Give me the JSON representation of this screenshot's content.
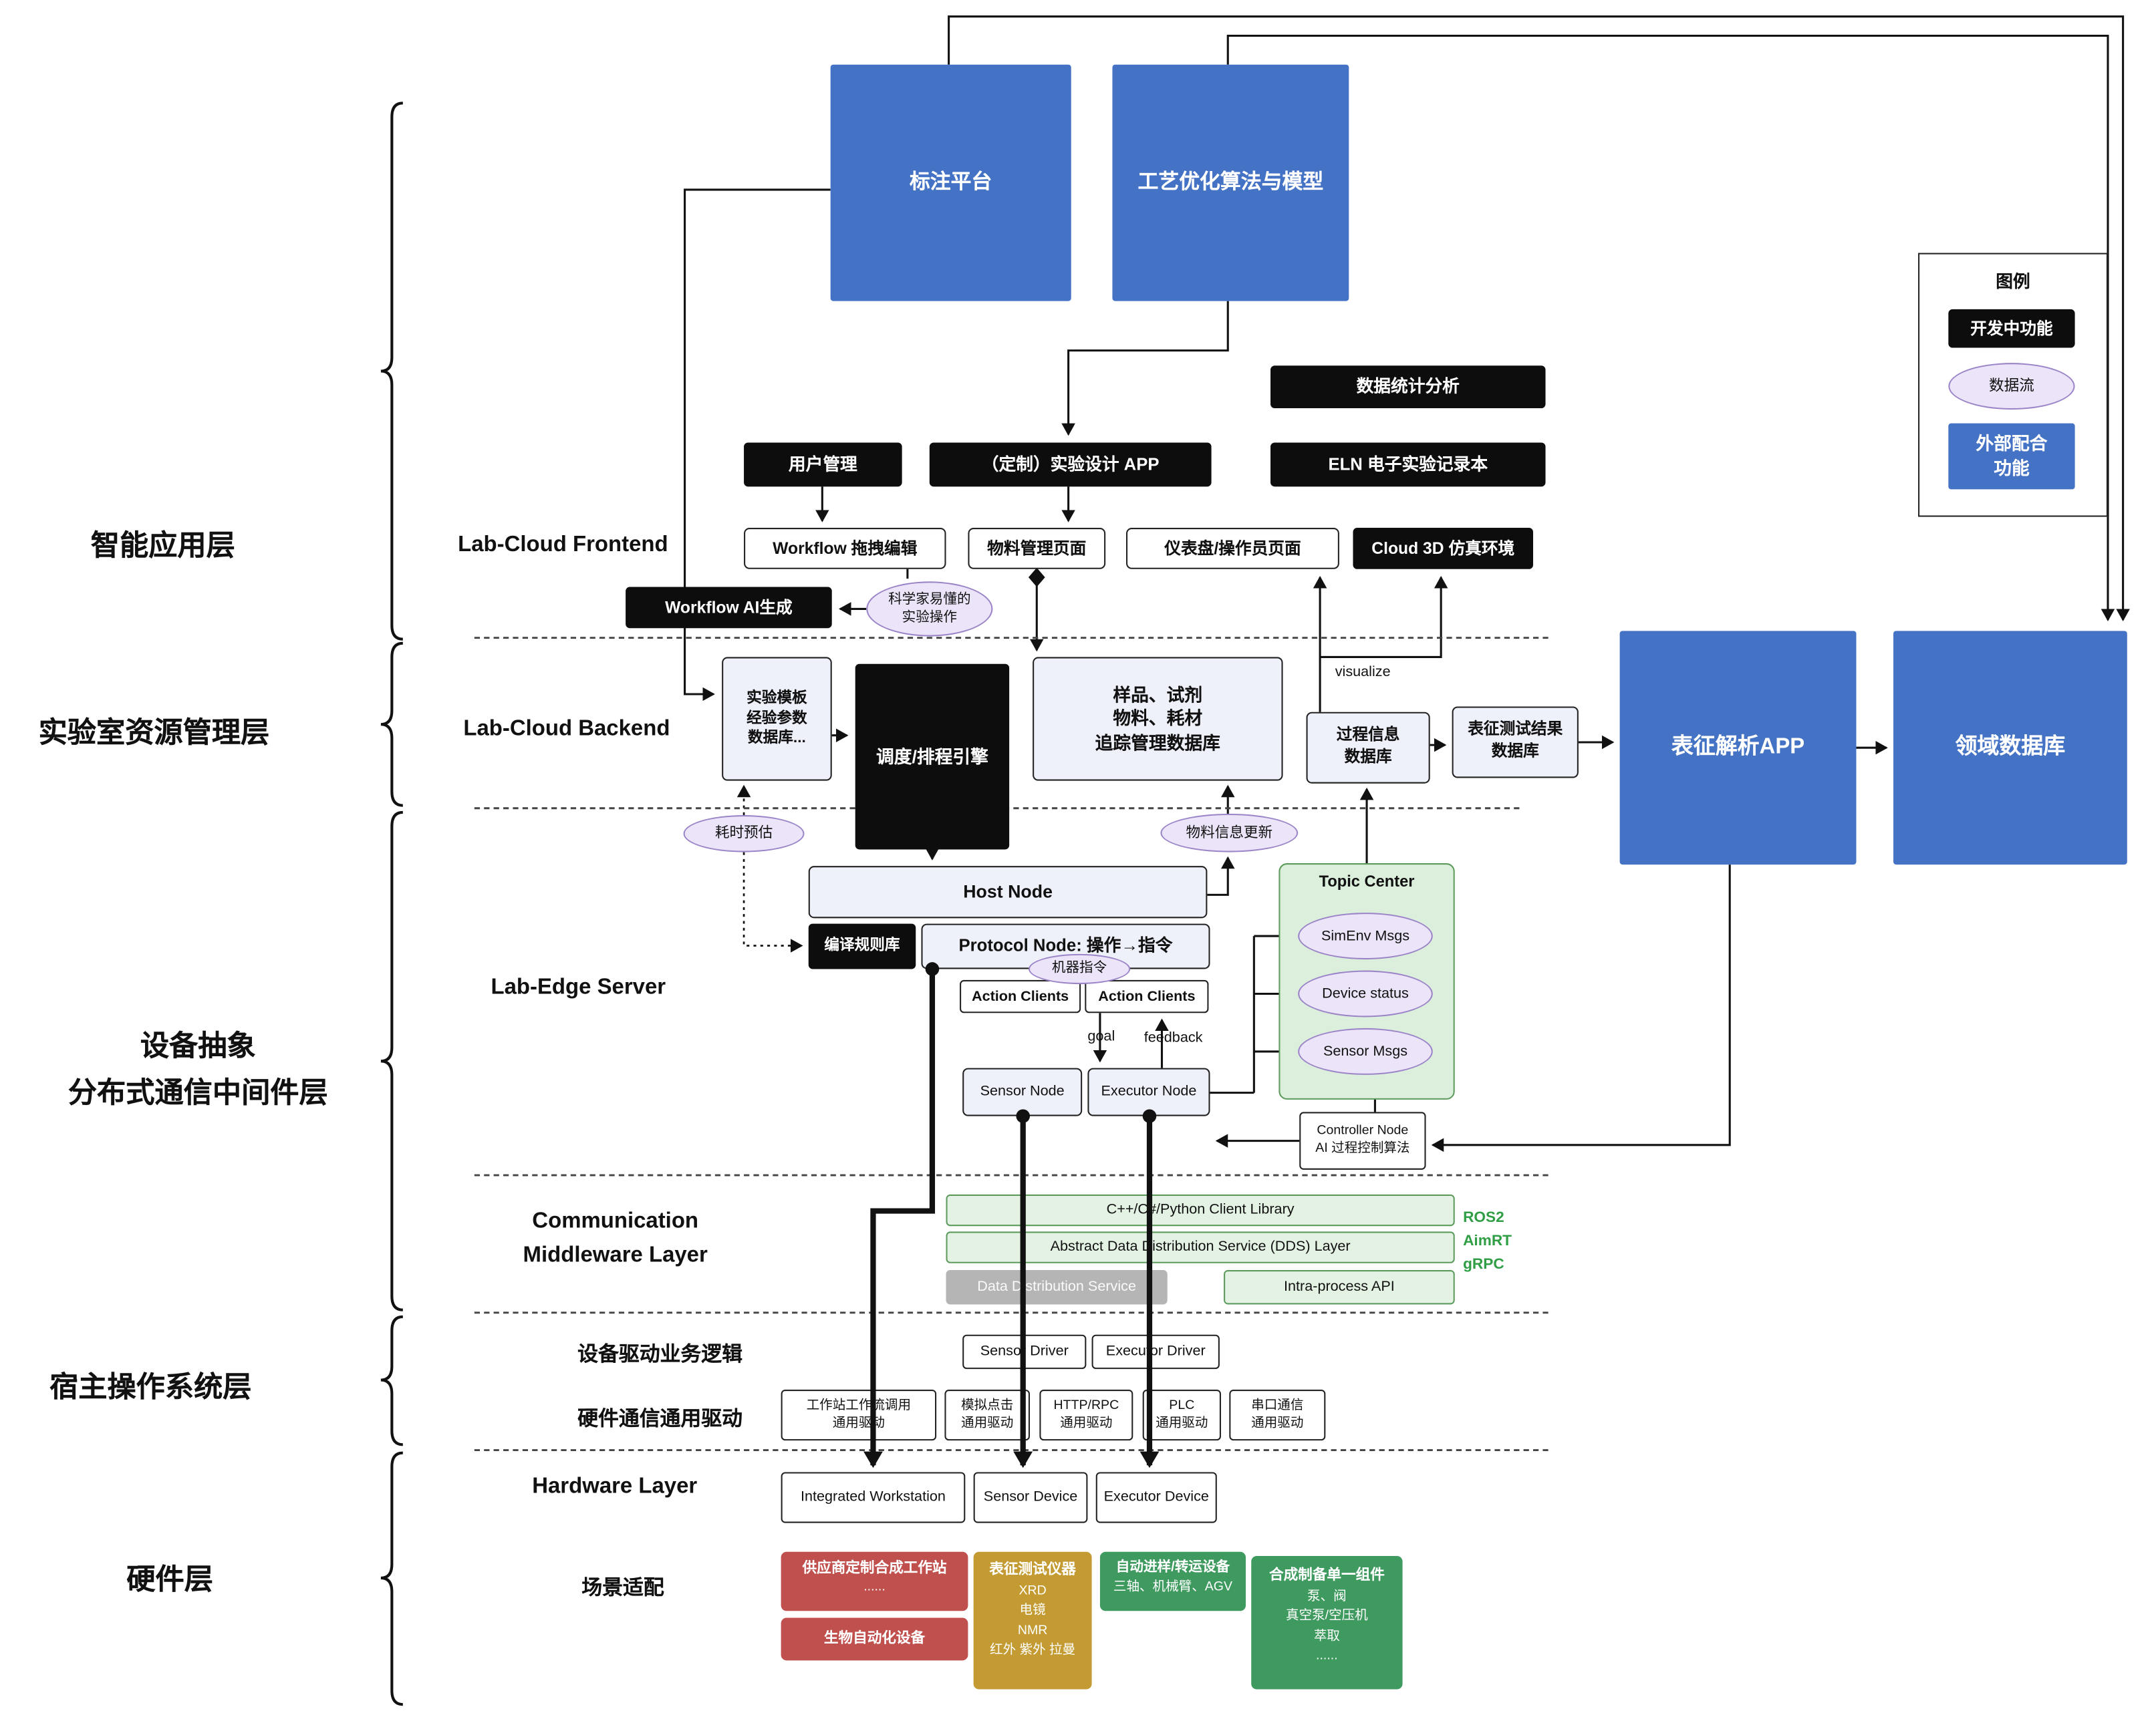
{
  "colors": {
    "blue": "#4472C4",
    "black": "#0d0d0d",
    "purple_fill": "#ece4f8",
    "purple_border": "#9b85c8",
    "light_fill": "#eef0fa",
    "green_fill": "#e4f2e4",
    "green_border": "#5d9b5d",
    "topic_fill": "#dcefdc",
    "gray_fill": "#b5b5b5",
    "red": "#c0504d",
    "gold": "#c49b32",
    "green": "#3f9a5f",
    "green_text": "#2f9e44",
    "line": "#111111"
  },
  "layer_labels": {
    "app": "智能应用层",
    "resource": "实验室资源管理层",
    "middleware": "设备抽象\n分布式通信中间件层",
    "host_os": "宿主操作系统层",
    "hardware": "硬件层"
  },
  "section_labels": {
    "frontend": "Lab-Cloud Frontend",
    "backend": "Lab-Cloud Backend",
    "edge": "Lab-Edge Server",
    "comm": "Communication\nMiddleware Layer",
    "driver_logic": "设备驱动业务逻辑",
    "hw_comm": "硬件通信通用驱动",
    "hardware": "Hardware Layer",
    "scenario": "场景适配"
  },
  "nodes": {
    "annotation_platform": "标注平台",
    "process_opt": "工艺优化算法与模型",
    "data_stats": "数据统计分析",
    "user_mgmt": "用户管理",
    "custom_app": "（定制）实验设计 APP",
    "eln": "ELN 电子实验记录本",
    "wf_drag": "Workflow 拖拽编辑",
    "material_page": "物料管理页面",
    "dashboard_page": "仪表盘/操作员页面",
    "cloud3d": "Cloud 3D 仿真环境",
    "wf_ai": "Workflow AI生成",
    "sci_ops": "科学家易懂的\n实验操作",
    "exp_template": "实验模板\n经验参数\n数据库...",
    "scheduler": "调度/排程引擎",
    "sample_db": "样品、试剂\n物料、耗材\n追踪管理数据库",
    "process_db": "过程信息\n数据库",
    "char_db": "表征测试结果\n数据库",
    "char_app": "表征解析APP",
    "domain_db": "领域数据库",
    "visualize": "visualize",
    "time_est": "耗时预估",
    "material_update": "物料信息更新",
    "host_node": "Host Node",
    "compile_rules": "编译规则库",
    "protocol_node": "Protocol Node: 操作→指令",
    "machine_instr": "机器指令",
    "action_clients_1": "Action Clients",
    "action_clients_2": "Action Clients",
    "topic_center": "Topic Center",
    "simenv_msgs": "SimEnv Msgs",
    "device_status": "Device status",
    "sensor_msgs": "Sensor Msgs",
    "goal": "goal",
    "feedback": "feedback",
    "sensor_node": "Sensor Node",
    "executor_node": "Executor Node",
    "controller_node": "Controller Node\nAI 过程控制算法",
    "client_lib": "C++/C#/Python Client Library",
    "dds_layer": "Abstract Data Distribution Service (DDS) Layer",
    "dds_service": "Data Distribution Service",
    "intra_api": "Intra-process API",
    "ros2": "ROS2",
    "aimrt": "AimRT",
    "grpc": "gRPC",
    "sensor_driver": "Sensor Driver",
    "executor_driver": "Executor Driver",
    "ws_driver": "工作站工作流调用\n通用驱动",
    "sim_click_driver": "模拟点击\n通用驱动",
    "http_driver": "HTTP/RPC\n通用驱动",
    "plc_driver": "PLC\n通用驱动",
    "serial_driver": "串口通信\n通用驱动",
    "integrated_ws": "Integrated Workstation",
    "sensor_device": "Sensor Device",
    "executor_device": "Executor Device"
  },
  "scenario": {
    "vendor_ws": {
      "title": "供应商定制合成工作站",
      "body": "......"
    },
    "bio_auto": "生物自动化设备",
    "char_instr": {
      "title": "表征测试仪器",
      "body": "XRD\n电镜\nNMR\n红外 紫外 拉曼"
    },
    "auto_sampler": {
      "title": "自动进样/转运设备",
      "body": "三轴、机械臂、AGV"
    },
    "synth_comp": {
      "title": "合成制备单一组件",
      "body": "泵、阀\n真空泵/空压机\n萃取\n......"
    }
  },
  "legend": {
    "title": "图例",
    "dev": "开发中功能",
    "dataflow": "数据流",
    "external": "外部配合\n功能"
  }
}
